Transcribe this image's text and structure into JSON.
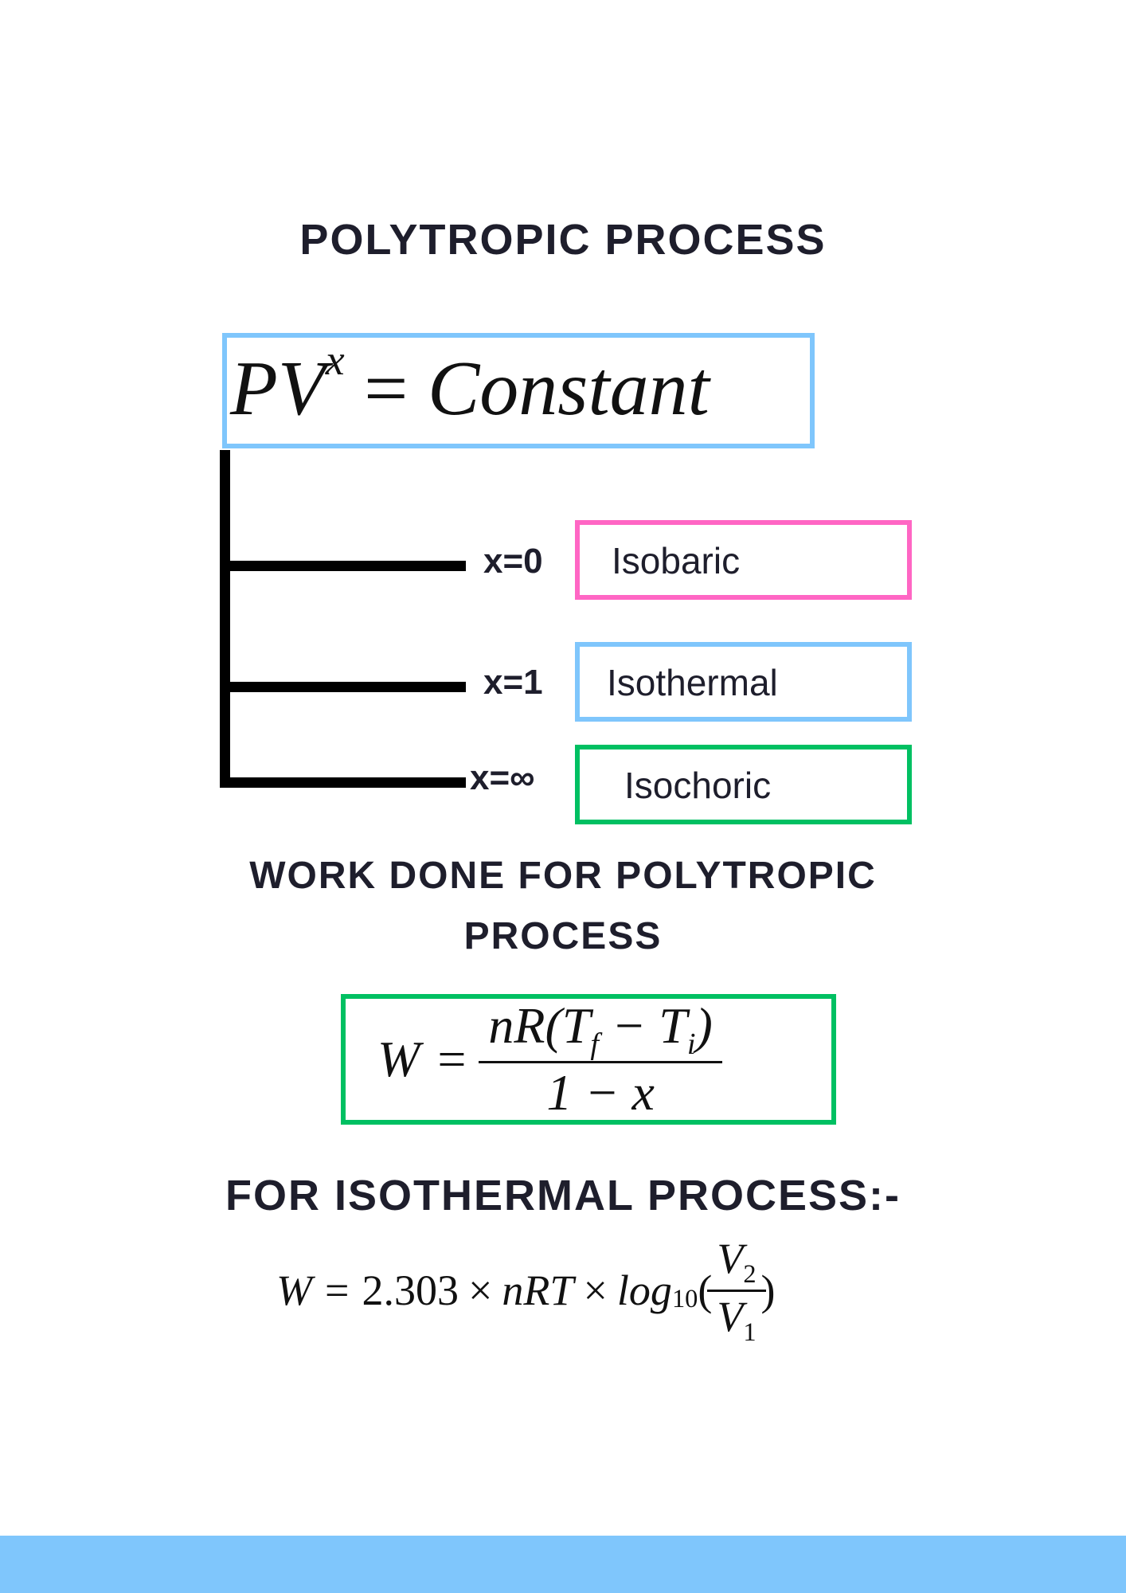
{
  "title": "POLYTROPIC PROCESS",
  "main_equation": {
    "lhs_base": "PV",
    "lhs_exp": "x",
    "equals": "=",
    "rhs": "Constant"
  },
  "branches": [
    {
      "condition": "x=0",
      "process": "Isobaric",
      "color": "#ff66c4"
    },
    {
      "condition": "x=1",
      "process": "Isothermal",
      "color": "#7fc6fc"
    },
    {
      "condition": "x=∞",
      "process": "Isochoric",
      "color": "#00c062"
    }
  ],
  "work_heading_line1": "WORK DONE FOR POLYTROPIC",
  "work_heading_line2": "PROCESS",
  "work_equation": {
    "lhs": "W",
    "equals": "=",
    "num_a": "nR(T",
    "num_sub_f": "f",
    "num_b": " − T",
    "num_sub_i": "i",
    "num_c": ")",
    "den": "1 − x"
  },
  "isothermal_heading": "FOR ISOTHERMAL PROCESS:-",
  "isothermal_equation": {
    "lhs": "W",
    "equals": "=",
    "coef": "2.303",
    "times": "×",
    "nrt": "nRT",
    "log": "log",
    "log_sub": "10",
    "open": "(",
    "num": "V",
    "num_sub": "2",
    "den": "V",
    "den_sub": "1",
    "close": ")"
  },
  "colors": {
    "blue": "#7fc6fc",
    "pink": "#ff66c4",
    "green": "#00c062",
    "footer": "#7fc6fc"
  }
}
